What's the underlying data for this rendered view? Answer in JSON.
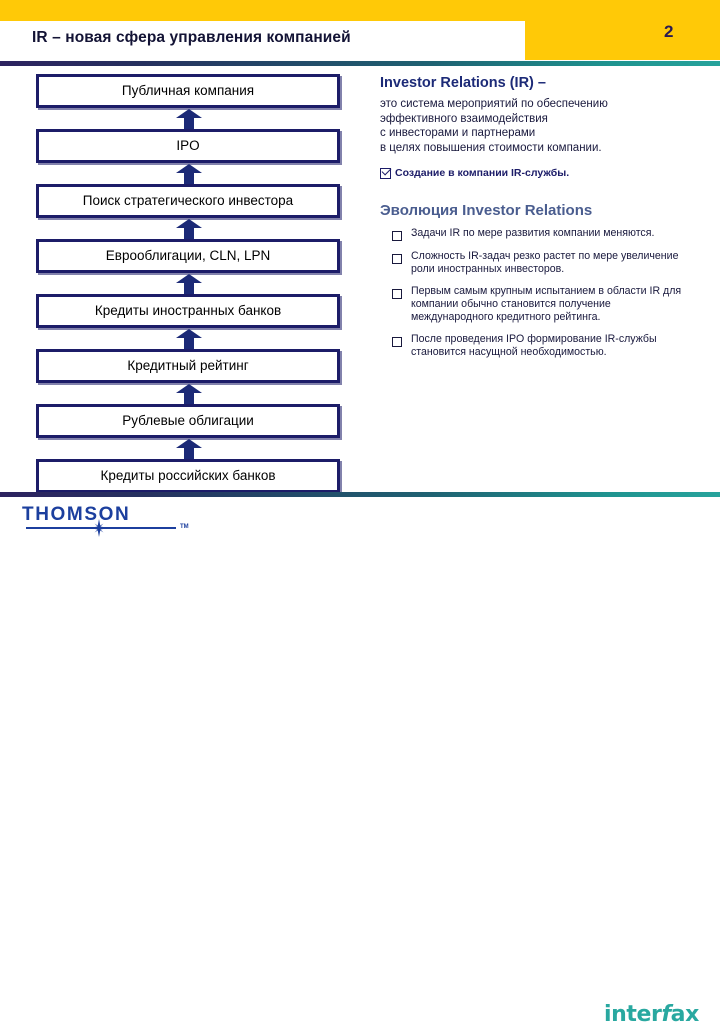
{
  "slide": {
    "title": "IR – новая сфера управления компанией",
    "page_number": "2",
    "accent_yellow": "#FFC907",
    "accent_navy": "#1c1c68",
    "accent_teal": "#29A8A0"
  },
  "flow": {
    "boxes": [
      {
        "label": "Публичная компания"
      },
      {
        "label": "IPO"
      },
      {
        "label": "Поиск стратегического инвестора"
      },
      {
        "label": "Еврооблигации, CLN, LPN"
      },
      {
        "label": "Кредиты иностранных банков"
      },
      {
        "label": "Кредитный рейтинг"
      },
      {
        "label": "Рублевые облигации"
      },
      {
        "label": "Кредиты российских банков"
      }
    ],
    "arrow_icon": "arrow-up-icon"
  },
  "definition": {
    "heading": "Investor Relations (IR) –",
    "lines": [
      "это система мероприятий по обеспечению",
      "эффективного взаимодействия",
      "с инвесторами и партнерами",
      "в целях повышения стоимости компании."
    ],
    "service_item": "Создание в компании IR-службы.",
    "service_icon": "checkbox-checked-icon"
  },
  "evolution": {
    "heading": "Эволюция Investor Relations",
    "bullet_icon": "checkbox-empty-icon",
    "bullets": [
      "Задачи IR по мере развития компании меняются.",
      "Сложность IR-задач резко растет по мере увеличение роли иностранных инвесторов.",
      "Первым самым крупным испытанием в области IR для компании обычно становится получение международного кредитного рейтинга.",
      "После проведения IPO формирование IR-службы становится насущной необходимостью."
    ]
  },
  "footer": {
    "thomson_label": "THOMSON",
    "thomson_tm": "TM",
    "thomson_icon": "starburst-icon",
    "interfax_label_1": "inter",
    "interfax_label_2": "f",
    "interfax_label_3": "ax"
  }
}
